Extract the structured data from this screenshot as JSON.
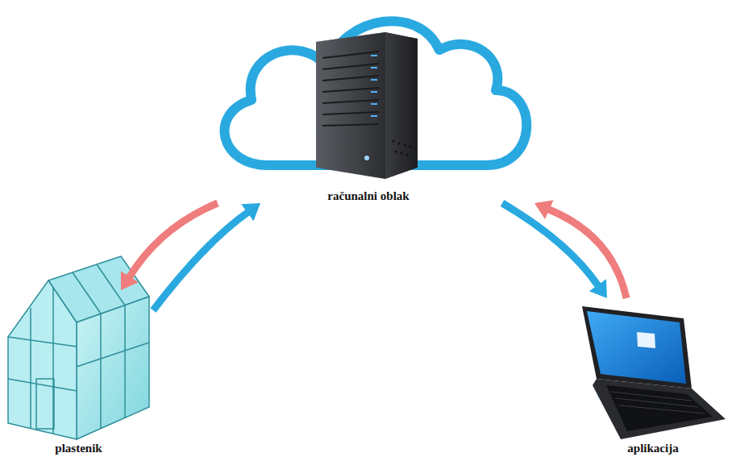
{
  "diagram": {
    "nodes": [
      {
        "text": [
          "računalni oblak"
        ]
      },
      {
        "text": [
          "plastenik"
        ]
      },
      {
        "text": [
          "aplikacija"
        ]
      }
    ],
    "edges": [
      {
        "from": 0,
        "to": 1,
        "arrow": "to"
      },
      {
        "from": 1,
        "to": 0,
        "arrow": "to"
      },
      {
        "from": 0,
        "to": 2,
        "arrow": "to"
      },
      {
        "from": 2,
        "to": 0,
        "arrow": "to"
      }
    ]
  }
}
